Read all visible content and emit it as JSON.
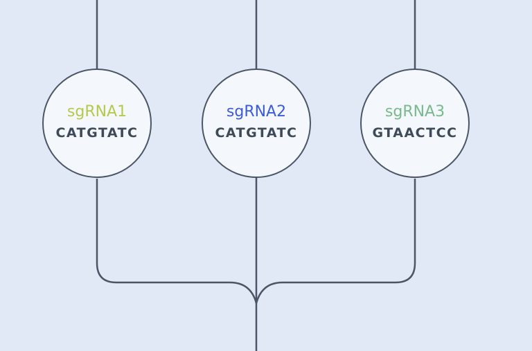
{
  "diagram": {
    "background": "#e1e8f6",
    "line_color": "#4a5565",
    "nodes": [
      {
        "name": "sgRNA1",
        "sequence": "CATGTATC",
        "color": "#b5c94a"
      },
      {
        "name": "sgRNA2",
        "sequence": "CATGTATC",
        "color": "#3b5bdb"
      },
      {
        "name": "sgRNA3",
        "sequence": "GTAACTCC",
        "color": "#79b98a"
      }
    ]
  }
}
